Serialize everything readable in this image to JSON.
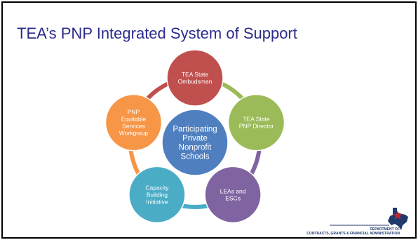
{
  "slide": {
    "title": "TEA’s PNP Integrated System of Support"
  },
  "diagram": {
    "center": {
      "lines": [
        "Participating",
        "Private",
        "Nonprofit",
        "Schools"
      ],
      "color": "#4f7fbf"
    },
    "nodes": [
      {
        "id": "ombudsman",
        "lines": [
          "TEA State",
          "Ombudsman"
        ],
        "color": "#c0504d"
      },
      {
        "id": "director",
        "lines": [
          "TEA State",
          "PNP Director"
        ],
        "color": "#9bbb59"
      },
      {
        "id": "leas",
        "lines": [
          "LEAs and",
          "ESCs"
        ],
        "color": "#8064a2"
      },
      {
        "id": "capacity",
        "lines": [
          "Capacity",
          "Building",
          "Initiative"
        ],
        "color": "#4bacc6"
      },
      {
        "id": "equitable",
        "lines": [
          "PNP",
          "Equitable",
          "Services",
          "Workgroup"
        ],
        "color": "#f79646"
      }
    ]
  },
  "footer": {
    "dept_line1": "DEPARTMENT OF",
    "dept_line2": "CONTRACTS, GRANTS & FINANCIAL ADMINISTRATION",
    "logo_colors": {
      "blue": "#1f3a6e",
      "red": "#c0282d"
    }
  }
}
